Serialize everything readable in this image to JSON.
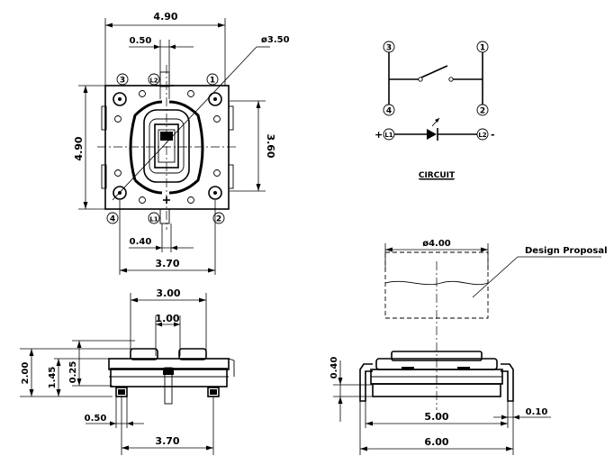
{
  "top_view": {
    "width_dim": "4.90",
    "height_dim": "4.90",
    "inner_height_dim": "3.60",
    "led_offset_top": "0.50",
    "led_offset_bottom": "0.40",
    "pad_pitch": "3.70",
    "diameter": "ø3.50",
    "pins": {
      "p1": "1",
      "p2": "2",
      "p3": "3",
      "p4": "4",
      "l1": "L1",
      "l2": "L2"
    }
  },
  "circuit": {
    "label": "CIRCUIT",
    "pins": {
      "p1": "1",
      "p2": "2",
      "p3": "3",
      "p4": "4",
      "l1": "L1",
      "l2": "L2"
    },
    "plus": "+",
    "minus": "-"
  },
  "side_view": {
    "top_width": "3.00",
    "center_width": "1.00",
    "total_height": "2.00",
    "body_height": "1.45",
    "led_height": "0.25",
    "pad_width": "0.50",
    "pad_pitch": "3.70"
  },
  "front_view": {
    "proposal_diameter": "ø4.00",
    "proposal_label": "Design Proposal",
    "lead_height": "0.40",
    "body_width": "5.00",
    "overall_width": "6.00",
    "lead_thickness": "0.10"
  }
}
